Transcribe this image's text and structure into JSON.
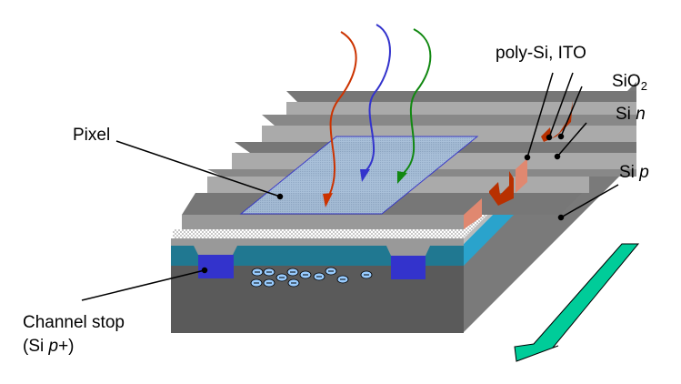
{
  "diagram": {
    "title": "CCD pixel structure cross-section",
    "labels": {
      "pixel": "Pixel",
      "poly_si_ito": "poly-Si, ITO",
      "sio2_main": "SiO",
      "sio2_sub": "2",
      "si_n_prefix": "Si ",
      "si_n_type": "n",
      "si_p_prefix": "Si ",
      "si_p_type": "p",
      "channel_stop_line1": "Channel stop",
      "channel_stop_line2_open": "(Si ",
      "channel_stop_line2_type": "p",
      "channel_stop_line2_close": "+)"
    },
    "layers": [
      {
        "name": "poly-Si / ITO electrodes",
        "color": "#aaaaaa"
      },
      {
        "name": "SiO2",
        "color": "#e8e8e8"
      },
      {
        "name": "Si n",
        "color": "#2aa3cc"
      },
      {
        "name": "Si p",
        "color": "#5a5a5a"
      },
      {
        "name": "Channel stop (Si p+)",
        "color": "#3333cc"
      }
    ],
    "light_rays": [
      {
        "name": "red",
        "color": "#cc3300"
      },
      {
        "name": "blue",
        "color": "#3333cc"
      },
      {
        "name": "green",
        "color": "#118811"
      }
    ],
    "electron_count": 12,
    "charge_transfer_arrow_color": "#00cc99"
  }
}
